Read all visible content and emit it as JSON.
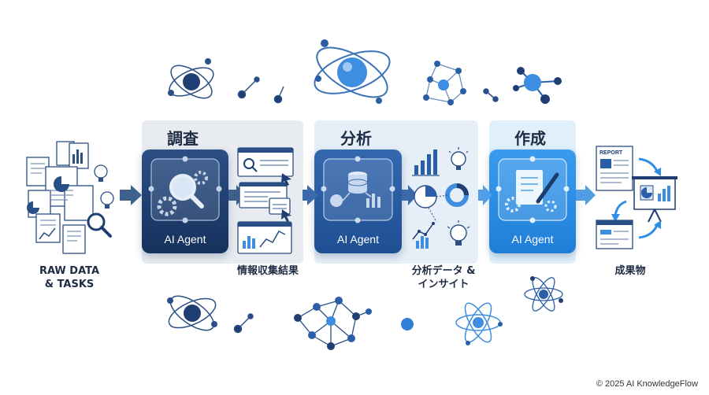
{
  "stages": [
    {
      "title": "調査",
      "agent_label": "AI Agent"
    },
    {
      "title": "分析",
      "agent_label": "AI Agent"
    },
    {
      "title": "作成",
      "agent_label": "AI Agent"
    }
  ],
  "captions": {
    "input_line1": "RAW DATA",
    "input_line2": "& TASKS",
    "research_output": "情報収集結果",
    "analysis_output_line1": "分析データ &",
    "analysis_output_line2": "インサイト",
    "final_output": "成果物"
  },
  "report_label": "REPORT",
  "footer": "© 2025 AI KnowledgeFlow",
  "colors": {
    "navy": "#1f3f73",
    "mid_blue": "#2a5fa8",
    "bright_blue": "#2f8ee6",
    "light_panel": "#e9edf3",
    "arrow": "#4a6f9e"
  }
}
